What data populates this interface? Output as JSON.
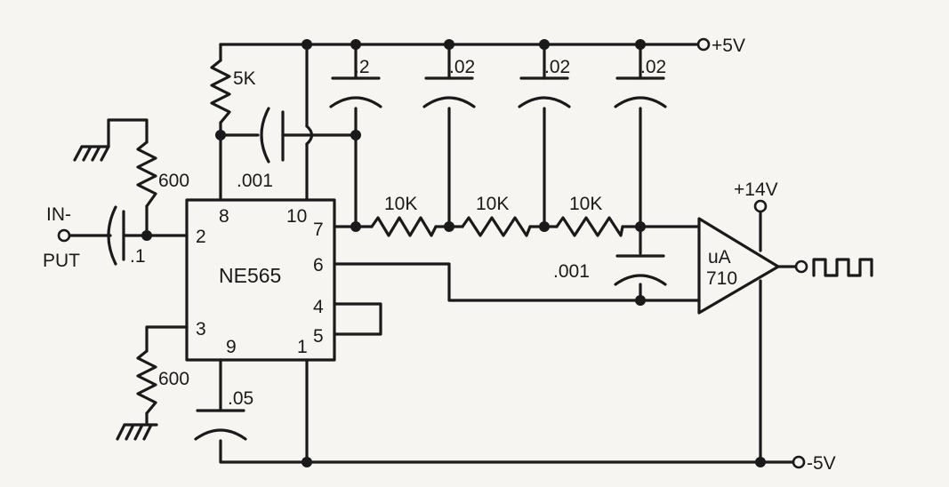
{
  "supply": {
    "positive": "+5V",
    "negative": "-5V",
    "opamp_supply": "+14V"
  },
  "ic": {
    "name": "NE565",
    "pins": {
      "p2": "2",
      "p8": "8",
      "p10": "10",
      "p7": "7",
      "p6": "6",
      "p4": "4",
      "p5": "5",
      "p3": "3",
      "p9": "9",
      "p1": "1"
    }
  },
  "comparator": {
    "line1": "uA",
    "line2": "710"
  },
  "input": {
    "line1": "IN-",
    "line2": "PUT"
  },
  "components": {
    "r_top_input": "600",
    "r_bottom_pin3": "600",
    "c_input": ".1",
    "r_5k": "5K",
    "c_001_top": ".001",
    "c_bypass_1": ".2",
    "c_bypass_2": ".02",
    "c_bypass_3": ".02",
    "c_bypass_4": ".02",
    "r_filter_1": "10K",
    "r_filter_2": "10K",
    "r_filter_3": "10K",
    "c_001_filter": ".001",
    "c_pin9": ".05"
  }
}
